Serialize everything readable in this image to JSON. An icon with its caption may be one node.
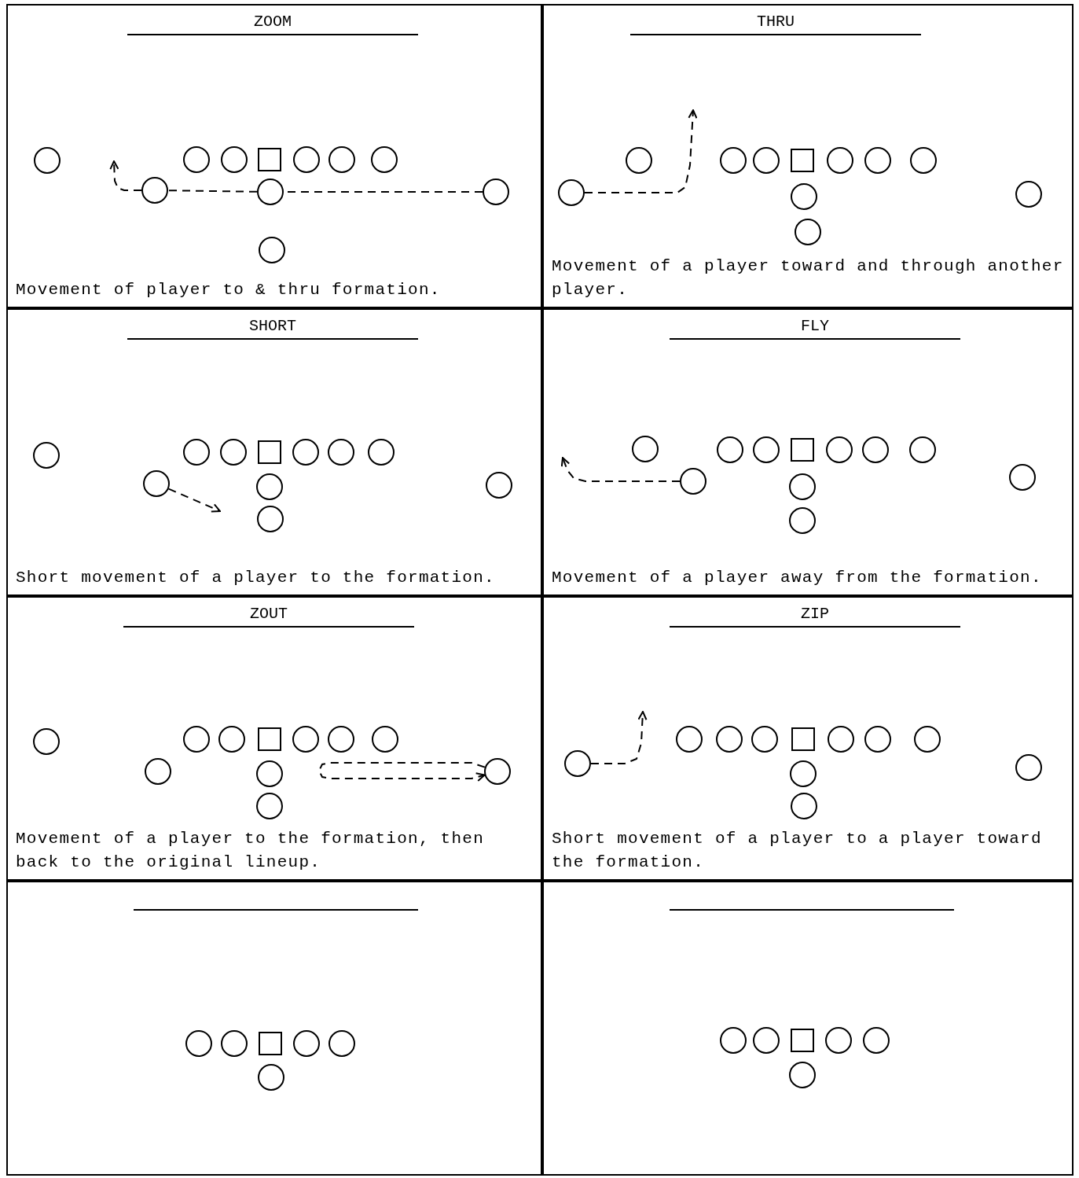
{
  "diagram": {
    "nodes": [
      {
        "text": [
          "ZOOM",
          "Movement of player to & thru formation."
        ]
      },
      {
        "text": [],
        "shape": "circle",
        "in": 0
      },
      {
        "text": [],
        "shape": "circle",
        "in": 0
      },
      {
        "text": [],
        "shape": "circle",
        "in": 0
      },
      {
        "text": [],
        "shape": "box",
        "in": 0
      },
      {
        "text": [],
        "shape": "circle",
        "in": 0
      },
      {
        "text": [],
        "shape": "circle",
        "in": 0
      },
      {
        "text": [],
        "shape": "circle",
        "in": 0
      },
      {
        "text": [],
        "shape": "circle",
        "in": 0
      },
      {
        "text": [],
        "shape": "circle",
        "in": 0
      },
      {
        "text": [],
        "shape": "circle",
        "in": 0
      },
      {
        "text": [],
        "shape": "circle",
        "in": 0
      },
      {
        "text": [
          "THRU",
          "Movement of a player toward and through another player."
        ]
      },
      {
        "text": [],
        "shape": "circle",
        "in": 12
      },
      {
        "text": [],
        "shape": "circle",
        "in": 12
      },
      {
        "text": [],
        "shape": "circle",
        "in": 12
      },
      {
        "text": [],
        "shape": "box",
        "in": 12
      },
      {
        "text": [],
        "shape": "circle",
        "in": 12
      },
      {
        "text": [],
        "shape": "circle",
        "in": 12
      },
      {
        "text": [],
        "shape": "circle",
        "in": 12
      },
      {
        "text": [],
        "shape": "circle",
        "in": 12
      },
      {
        "text": [],
        "shape": "circle",
        "in": 12
      },
      {
        "text": [],
        "shape": "circle",
        "in": 12
      },
      {
        "text": [],
        "shape": "circle",
        "in": 12
      },
      {
        "text": [
          "SHORT",
          "Short movement of a player to the formation."
        ]
      },
      {
        "text": [],
        "shape": "circle",
        "in": 24
      },
      {
        "text": [],
        "shape": "circle",
        "in": 24
      },
      {
        "text": [],
        "shape": "circle",
        "in": 24
      },
      {
        "text": [],
        "shape": "box",
        "in": 24
      },
      {
        "text": [],
        "shape": "circle",
        "in": 24
      },
      {
        "text": [],
        "shape": "circle",
        "in": 24
      },
      {
        "text": [],
        "shape": "circle",
        "in": 24
      },
      {
        "text": [],
        "shape": "circle",
        "in": 24
      },
      {
        "text": [],
        "shape": "circle",
        "in": 24
      },
      {
        "text": [],
        "shape": "circle",
        "in": 24
      },
      {
        "text": [],
        "shape": "circle",
        "in": 24
      },
      {
        "text": [
          "FLY",
          "Movement of a player away from the formation."
        ]
      },
      {
        "text": [],
        "shape": "circle",
        "in": 36
      },
      {
        "text": [],
        "shape": "circle",
        "in": 36
      },
      {
        "text": [],
        "shape": "circle",
        "in": 36
      },
      {
        "text": [],
        "shape": "box",
        "in": 36
      },
      {
        "text": [],
        "shape": "circle",
        "in": 36
      },
      {
        "text": [],
        "shape": "circle",
        "in": 36
      },
      {
        "text": [],
        "shape": "circle",
        "in": 36
      },
      {
        "text": [],
        "shape": "circle",
        "in": 36
      },
      {
        "text": [],
        "shape": "circle",
        "in": 36
      },
      {
        "text": [],
        "shape": "circle",
        "in": 36
      },
      {
        "text": [],
        "shape": "circle",
        "in": 36
      },
      {
        "text": [
          "ZOUT",
          "Movement of a player to the formation, then back to the original lineup."
        ]
      },
      {
        "text": [],
        "shape": "circle",
        "in": 48
      },
      {
        "text": [],
        "shape": "circle",
        "in": 48
      },
      {
        "text": [],
        "shape": "circle",
        "in": 48
      },
      {
        "text": [],
        "shape": "box",
        "in": 48
      },
      {
        "text": [],
        "shape": "circle",
        "in": 48
      },
      {
        "text": [],
        "shape": "circle",
        "in": 48
      },
      {
        "text": [],
        "shape": "circle",
        "in": 48
      },
      {
        "text": [],
        "shape": "circle",
        "in": 48
      },
      {
        "text": [],
        "shape": "circle",
        "in": 48
      },
      {
        "text": [],
        "shape": "circle",
        "in": 48
      },
      {
        "text": [],
        "shape": "circle",
        "in": 48
      },
      {
        "text": [
          "ZIP",
          "Short movement of a player to a player toward the formation."
        ]
      },
      {
        "text": [],
        "shape": "circle",
        "in": 60
      },
      {
        "text": [],
        "shape": "circle",
        "in": 60
      },
      {
        "text": [],
        "shape": "circle",
        "in": 60
      },
      {
        "text": [],
        "shape": "box",
        "in": 60
      },
      {
        "text": [],
        "shape": "circle",
        "in": 60
      },
      {
        "text": [],
        "shape": "circle",
        "in": 60
      },
      {
        "text": [],
        "shape": "circle",
        "in": 60
      },
      {
        "text": [],
        "shape": "circle",
        "in": 60
      },
      {
        "text": [],
        "shape": "circle",
        "in": 60
      },
      {
        "text": [],
        "shape": "circle",
        "in": 60
      },
      {
        "text": [],
        "shape": "circle",
        "in": 60
      },
      {
        "text": [],
        "shape": "box"
      },
      {
        "text": [],
        "shape": "circle",
        "in": 72
      },
      {
        "text": [],
        "shape": "circle",
        "in": 72
      },
      {
        "text": [],
        "shape": "box",
        "in": 72
      },
      {
        "text": [],
        "shape": "circle",
        "in": 72
      },
      {
        "text": [],
        "shape": "circle",
        "in": 72
      },
      {
        "text": [],
        "shape": "circle",
        "in": 72
      },
      {
        "text": [],
        "shape": "box"
      },
      {
        "text": [],
        "shape": "circle",
        "in": 79
      },
      {
        "text": [],
        "shape": "circle",
        "in": 79
      },
      {
        "text": [],
        "shape": "box",
        "in": 79
      },
      {
        "text": [],
        "shape": "circle",
        "in": 79
      },
      {
        "text": [],
        "shape": "circle",
        "in": 79
      },
      {
        "text": [],
        "shape": "circle",
        "in": 79
      }
    ],
    "edges": [
      {
        "from": 10,
        "to": 9,
        "arrow": "none",
        "style": "dashed"
      },
      {
        "from": 9,
        "to": 8,
        "arrow": "none",
        "style": "dashed"
      },
      {
        "from": 8,
        "to": null,
        "arrow": "to",
        "style": "dashed"
      },
      {
        "from": 20,
        "to": null,
        "arrow": "to",
        "style": "dashed"
      },
      {
        "from": 32,
        "to": null,
        "arrow": "to",
        "style": "dashed"
      },
      {
        "from": 44,
        "to": null,
        "arrow": "to",
        "style": "dashed"
      },
      {
        "from": 58,
        "to": 58,
        "arrow": "to",
        "style": "dashed"
      },
      {
        "from": 68,
        "to": null,
        "arrow": "to",
        "style": "dashed"
      }
    ]
  }
}
